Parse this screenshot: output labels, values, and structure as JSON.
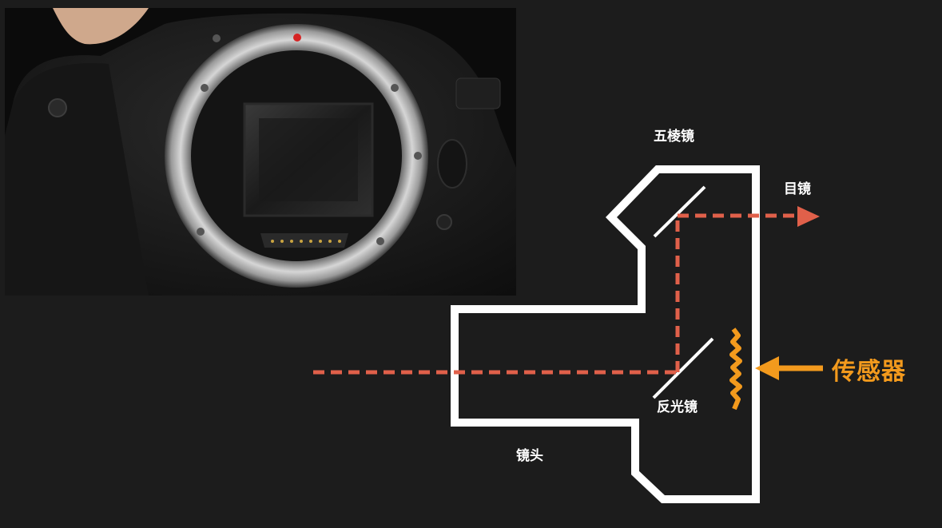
{
  "labels": {
    "pentaprism": "五棱镜",
    "eyepiece": "目镜",
    "sensor": "传感器",
    "mirror": "反光镜",
    "lens": "镜头"
  },
  "colors": {
    "background": "#1c1c1c",
    "body_outline": "#ffffff",
    "light_path": "#e0604a",
    "sensor": "#f39a1d",
    "sensor_arrow": "#f39a1d"
  },
  "photo": {
    "subject": "camera-body-front-mount-with-mirror"
  }
}
